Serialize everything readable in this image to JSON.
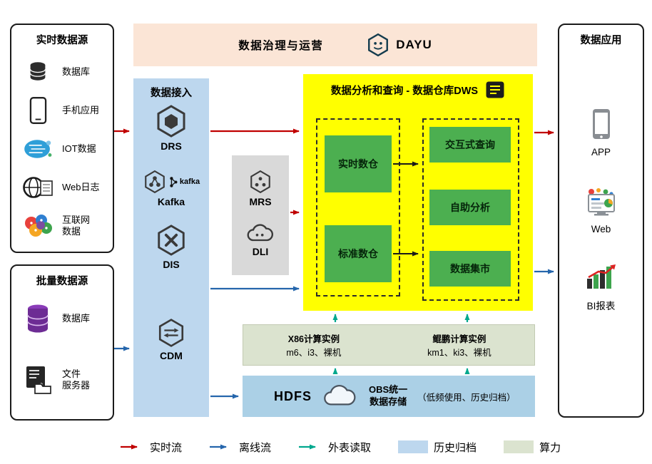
{
  "banner": {
    "title": "数据治理与运营",
    "product": "DAYU"
  },
  "realtime_sources": {
    "title": "实时数据源",
    "items": [
      {
        "icon": "database-icon",
        "label": "数据库"
      },
      {
        "icon": "mobile-icon",
        "label": "手机应用"
      },
      {
        "icon": "iot-icon",
        "label": "IOT数据"
      },
      {
        "icon": "weblog-icon",
        "label": "Web日志"
      },
      {
        "icon": "internet-data-icon",
        "label": "互联网\n数据"
      }
    ]
  },
  "batch_sources": {
    "title": "批量数据源",
    "items": [
      {
        "icon": "database-stack-icon",
        "label": "数据库"
      },
      {
        "icon": "file-server-icon",
        "label": "文件\n服务器"
      }
    ]
  },
  "ingestion": {
    "title": "数据接入",
    "items": [
      {
        "icon": "drs-icon",
        "label": "DRS"
      },
      {
        "icon": "kafka-icon",
        "label": "Kafka",
        "logo_text": "kafka"
      },
      {
        "icon": "dis-icon",
        "label": "DIS"
      },
      {
        "icon": "cdm-icon",
        "label": "CDM"
      }
    ]
  },
  "processing": {
    "items": [
      {
        "icon": "mrs-icon",
        "label": "MRS"
      },
      {
        "icon": "dli-icon",
        "label": "DLI"
      }
    ]
  },
  "dws": {
    "title": "数据分析和查询 - 数据仓库DWS",
    "warehouses": [
      "实时数仓",
      "标准数仓"
    ],
    "services": [
      "交互式查询",
      "自助分析",
      "数据集市"
    ]
  },
  "compute": {
    "groups": [
      {
        "title": "X86计算实例",
        "subtitle": "m6、i3、裸机"
      },
      {
        "title": "鲲鹏计算实例",
        "subtitle": "km1、ki3、裸机"
      }
    ]
  },
  "storage": {
    "hdfs": "HDFS",
    "obs": "OBS统一\n数据存储",
    "note": "（低频使用、历史归档）"
  },
  "applications": {
    "title": "数据应用",
    "items": [
      {
        "icon": "app-icon",
        "label": "APP"
      },
      {
        "icon": "web-icon",
        "label": "Web"
      },
      {
        "icon": "bi-icon",
        "label": "BI报表"
      }
    ]
  },
  "legend": [
    {
      "type": "arrow",
      "label": "实时流",
      "color": "#c00000"
    },
    {
      "type": "arrow",
      "label": "离线流",
      "color": "#2566ac"
    },
    {
      "type": "arrow",
      "label": "外表读取",
      "color": "#00a88e"
    },
    {
      "type": "swatch",
      "label": "历史归档",
      "color": "#bdd7ee"
    },
    {
      "type": "swatch",
      "label": "算力",
      "color": "#dbe3cf"
    }
  ],
  "colors": {
    "realtime_flow": "#c00000",
    "offline_flow": "#2566ac",
    "external_read": "#00a88e",
    "dws_background": "#ffff00",
    "green_box": "#4caf50",
    "banner_background": "#fbe5d6",
    "ingestion_background": "#bdd7ee",
    "processing_background": "#d9d9d9",
    "archive_background": "#abd0e6",
    "compute_background": "#dbe3cf"
  }
}
